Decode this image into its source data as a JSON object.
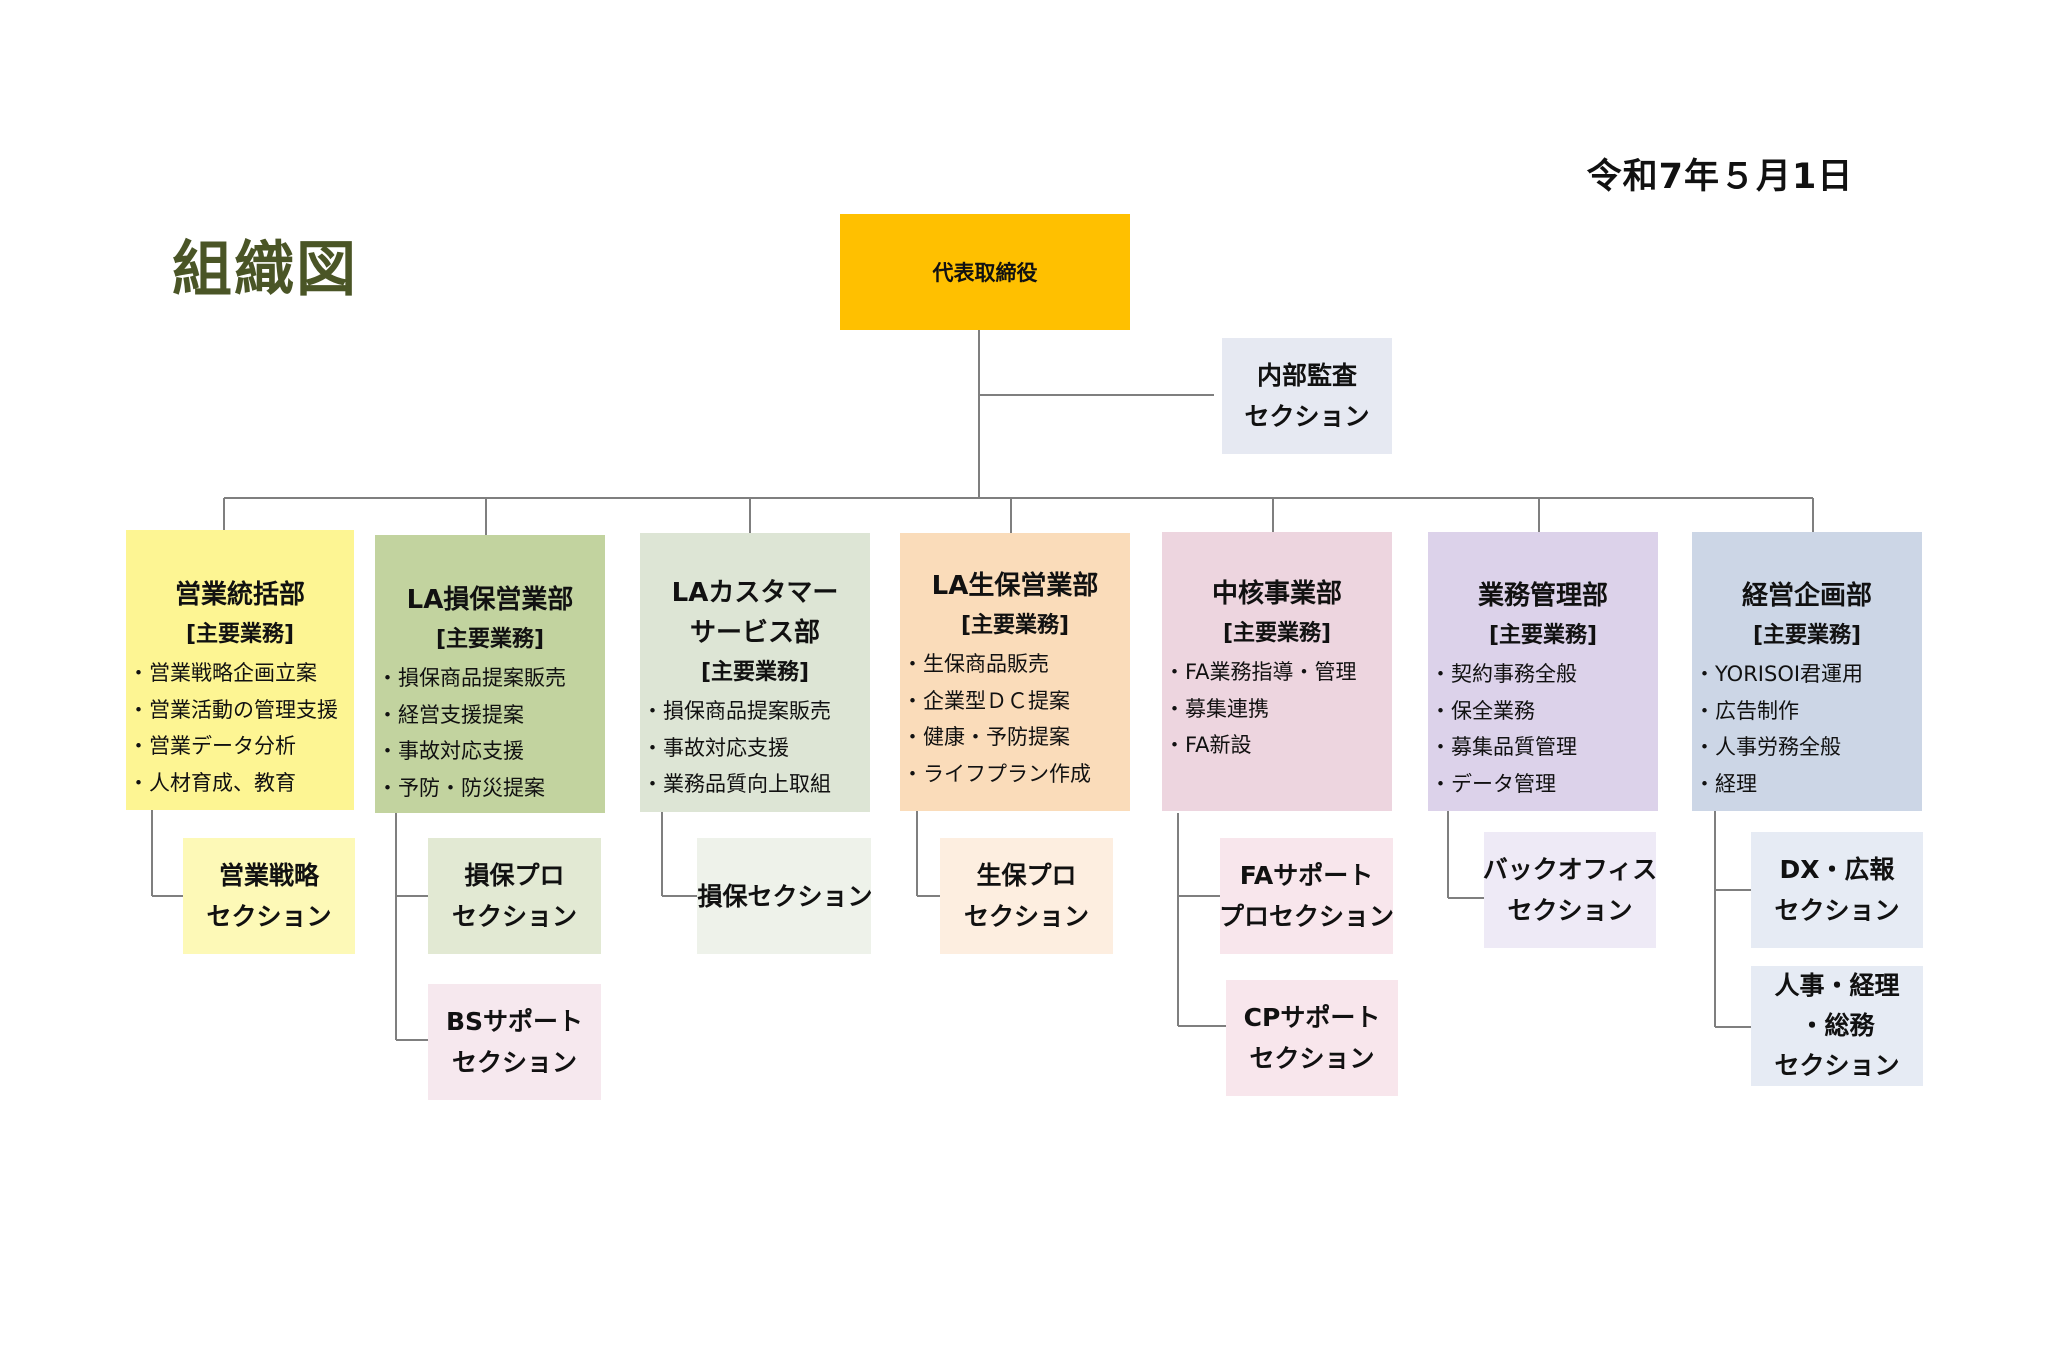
{
  "title": "組織図",
  "date": "令和7年５月1日",
  "ceo": {
    "label": "代表取締役",
    "color": "#ffc000"
  },
  "audit": {
    "lines": [
      "内部監査",
      "セクション"
    ],
    "color": "#e6e9f2"
  },
  "departments": [
    {
      "name_lines": [
        "営業統括部"
      ],
      "duties_label": "[主要業務]",
      "duties": [
        "・営業戦略企画立案",
        "・営業活動の管理支援",
        "・営業データ分析",
        "・人材育成、教育"
      ],
      "color": "#fdf593",
      "sections": [
        {
          "lines": [
            "営業戦略",
            "セクション"
          ],
          "color": "#fdf9b7"
        }
      ]
    },
    {
      "name_lines": [
        "LA損保営業部"
      ],
      "duties_label": "[主要業務]",
      "duties": [
        "・損保商品提案販売",
        "・経営支援提案",
        "・事故対応支援",
        "・予防・防災提案"
      ],
      "color": "#c2d39f",
      "sections": [
        {
          "lines": [
            "損保プロ",
            "セクション"
          ],
          "color": "#e2e9d3"
        },
        {
          "lines": [
            "BSサポート",
            "セクション"
          ],
          "color": "#f6e8ee"
        }
      ]
    },
    {
      "name_lines": [
        "LAカスタマー",
        "サービス部"
      ],
      "duties_label": "[主要業務]",
      "duties": [
        "・損保商品提案販売",
        "・事故対応支援",
        "・業務品質向上取組"
      ],
      "color": "#dde5d5",
      "sections": [
        {
          "lines": [
            "損保セクション"
          ],
          "color": "#eef2ea"
        }
      ]
    },
    {
      "name_lines": [
        "LA生保営業部"
      ],
      "duties_label": "[主要業務]",
      "duties": [
        "・生保商品販売",
        "・企業型ＤＣ提案",
        "・健康・予防提案",
        "・ライフプラン作成"
      ],
      "color": "#fadcba",
      "sections": [
        {
          "lines": [
            "生保プロ",
            "セクション"
          ],
          "color": "#fdeee0"
        }
      ]
    },
    {
      "name_lines": [
        "中核事業部"
      ],
      "duties_label": "[主要業務]",
      "duties": [
        "・FA業務指導・管理",
        "・募集連携",
        "・FA新設"
      ],
      "color": "#edd5df",
      "sections": [
        {
          "lines": [
            "FAサポート",
            "プロセクション"
          ],
          "color": "#f8e6ec"
        },
        {
          "lines": [
            "CPサポート",
            "セクション"
          ],
          "color": "#f8e6ec"
        }
      ]
    },
    {
      "name_lines": [
        "業務管理部"
      ],
      "duties_label": "[主要業務]",
      "duties": [
        "・契約事務全般",
        "・保全業務",
        "・募集品質管理",
        "・データ管理"
      ],
      "color": "#dcd2ea",
      "sections": [
        {
          "lines": [
            "バックオフィス",
            "セクション"
          ],
          "color": "#eeeaf6"
        }
      ]
    },
    {
      "name_lines": [
        "経営企画部"
      ],
      "duties_label": "[主要業務]",
      "duties": [
        "・YORISOI君運用",
        "・広告制作",
        "・人事労務全般",
        "・経理"
      ],
      "color": "#ccd6e6",
      "sections": [
        {
          "lines": [
            "DX・広報",
            "セクション"
          ],
          "color": "#e6ebf4"
        },
        {
          "lines": [
            "人事・経理",
            "・総務",
            "セクション"
          ],
          "color": "#e6ebf4"
        }
      ]
    }
  ]
}
